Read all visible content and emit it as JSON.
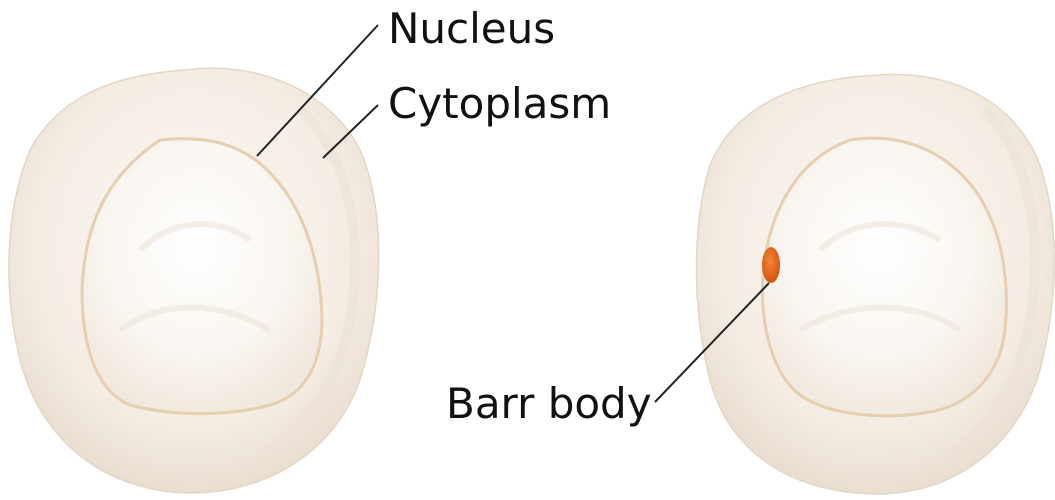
{
  "labels": {
    "nucleus": "Nucleus",
    "cytoplasm": "Cytoplasm",
    "barr_body": "Barr body"
  },
  "colors": {
    "cytoplasm_fill": "#f6efe7",
    "cytoplasm_shade": "#e9ddd0",
    "nucleus_fill": "#fbf7f3",
    "nuclear_envelope": "#e6cfae",
    "barr_body": "#e8641e",
    "leader_line": "#222222",
    "text": "#111111"
  }
}
